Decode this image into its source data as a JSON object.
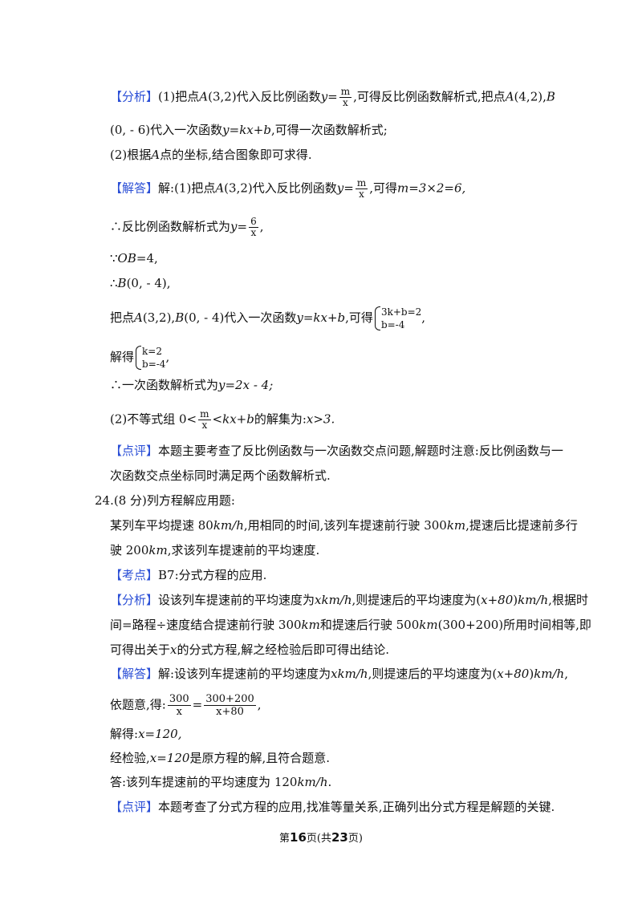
{
  "q23": {
    "fenxi_tag": "【分析】",
    "fenxi_1a": "(1)把点",
    "A": "A",
    "pt_32": "(3,2)",
    "fenxi_1b": "代入反比例函数",
    "y": "y",
    "eq": "=",
    "m": "m",
    "x": "x",
    "fenxi_1c": ",可得反比例函数解析式,把点",
    "pt_42": "(4,2)",
    "comma": ",",
    "B": "B",
    "fenxi_2a": "(0, - 6)代入一次函数",
    "kxb": "y=kx+b",
    "fenxi_2b": ",可得一次函数解析式;",
    "fenxi_3": "(2)根据",
    "fenxi_3b": "点的坐标,结合图象即可求得.",
    "jieda_tag": "【解答】",
    "jieda_1a": "解:(1)把点",
    "pt_32b": "(3,2)",
    "jieda_1b": "代入反比例函数",
    "jieda_1c": ",可得",
    "m_eq": "m=3×2=6,",
    "line_fanbili": "∴反比例函数解析式为",
    "six": "6",
    "since": "∵",
    "ob": "OB",
    "ob_eq": "=4,",
    "therefore_b": "∴",
    "b_pt": "(0, - 4),",
    "ba_1": "把点",
    "ba_2": "(3,2),",
    "ba_3": "(0, - 4)代入一次函数",
    "ba_4": ",可得",
    "sys1_r1": "3k+b=2",
    "sys1_r2": "b=-4",
    "tail_comma": ",",
    "jiede": "解得",
    "sys2_r1": "k=2",
    "sys2_r2": "b=-4",
    "yici": "∴一次函数解析式为",
    "yici_eq": "y=2x - 4;",
    "bdsz_1": "(2)不等式组 0<",
    "bdsz_2": "<kx+b",
    "bdsz_3": "的解集为:",
    "bdsz_4": "x>3.",
    "dianping_tag": "【点评】",
    "dianping_1": "本题主要考查了反比例函数与一次函数交点问题,解题时注意:反比例函数与一",
    "dianping_2": "次函数交点坐标同时满足两个函数解析式."
  },
  "q24": {
    "title": "24.(8 分)列方程解应用题:",
    "prob_1a": "某列车平均提速 80",
    "kmh": "km/h",
    "prob_1b": ",用相同的时间,该列车提速前行驶 300",
    "km": "km",
    "prob_1c": ",提速后比提速前多行",
    "prob_2a": "驶 200",
    "prob_2b": ",求该列车提速前的平均速度.",
    "kaodian_tag": "【考点】",
    "kaodian": "B7:分式方程的应用.",
    "fenxi_tag": "【分析】",
    "fenxi_1a": "设该列车提速前的平均速度为",
    "xkmh": "xkm/h",
    "fenxi_1b": ",则提速后的平均速度为(",
    "x80": "x+80",
    "fenxi_1c": ")",
    "fenxi_1d": ",根据时",
    "fenxi_2a": "间=路程÷速度结合提速前行驶 300",
    "fenxi_2b": "和提速后行驶 500",
    "fenxi_2c": "(300+200)所用时间相等,即",
    "fenxi_3a": "可得出关于",
    "fenxi_3b": "的分式方程,解之经检验后即可得出结论.",
    "jieda_tag": "【解答】",
    "jieda_1a": "解:设该列车提速前的平均速度为",
    "jieda_1b": ",则提速后的平均速度为(",
    "jieda_1c": ")",
    "jieda_1d": ",",
    "yiti": "依题意,得:",
    "f300": "300",
    "f300200": "300+200",
    "fx80": "x+80",
    "jiede": "解得:",
    "jiede_v": "x=120,",
    "jianyan_a": "经检验,",
    "jianyan_b": "x=120",
    "jianyan_c": "是原方程的解,且符合题意.",
    "answer_a": "答:该列车提速前的平均速度为 120",
    "answer_b": ".",
    "dianping_tag": "【点评】",
    "dianping": "本题考查了分式方程的应用,找准等量关系,正确列出分式方程是解题的关键."
  },
  "footer": {
    "di": "第",
    "page": "16",
    "ye_gong": "页(共",
    "total": "23",
    "ye_end": "页)"
  }
}
